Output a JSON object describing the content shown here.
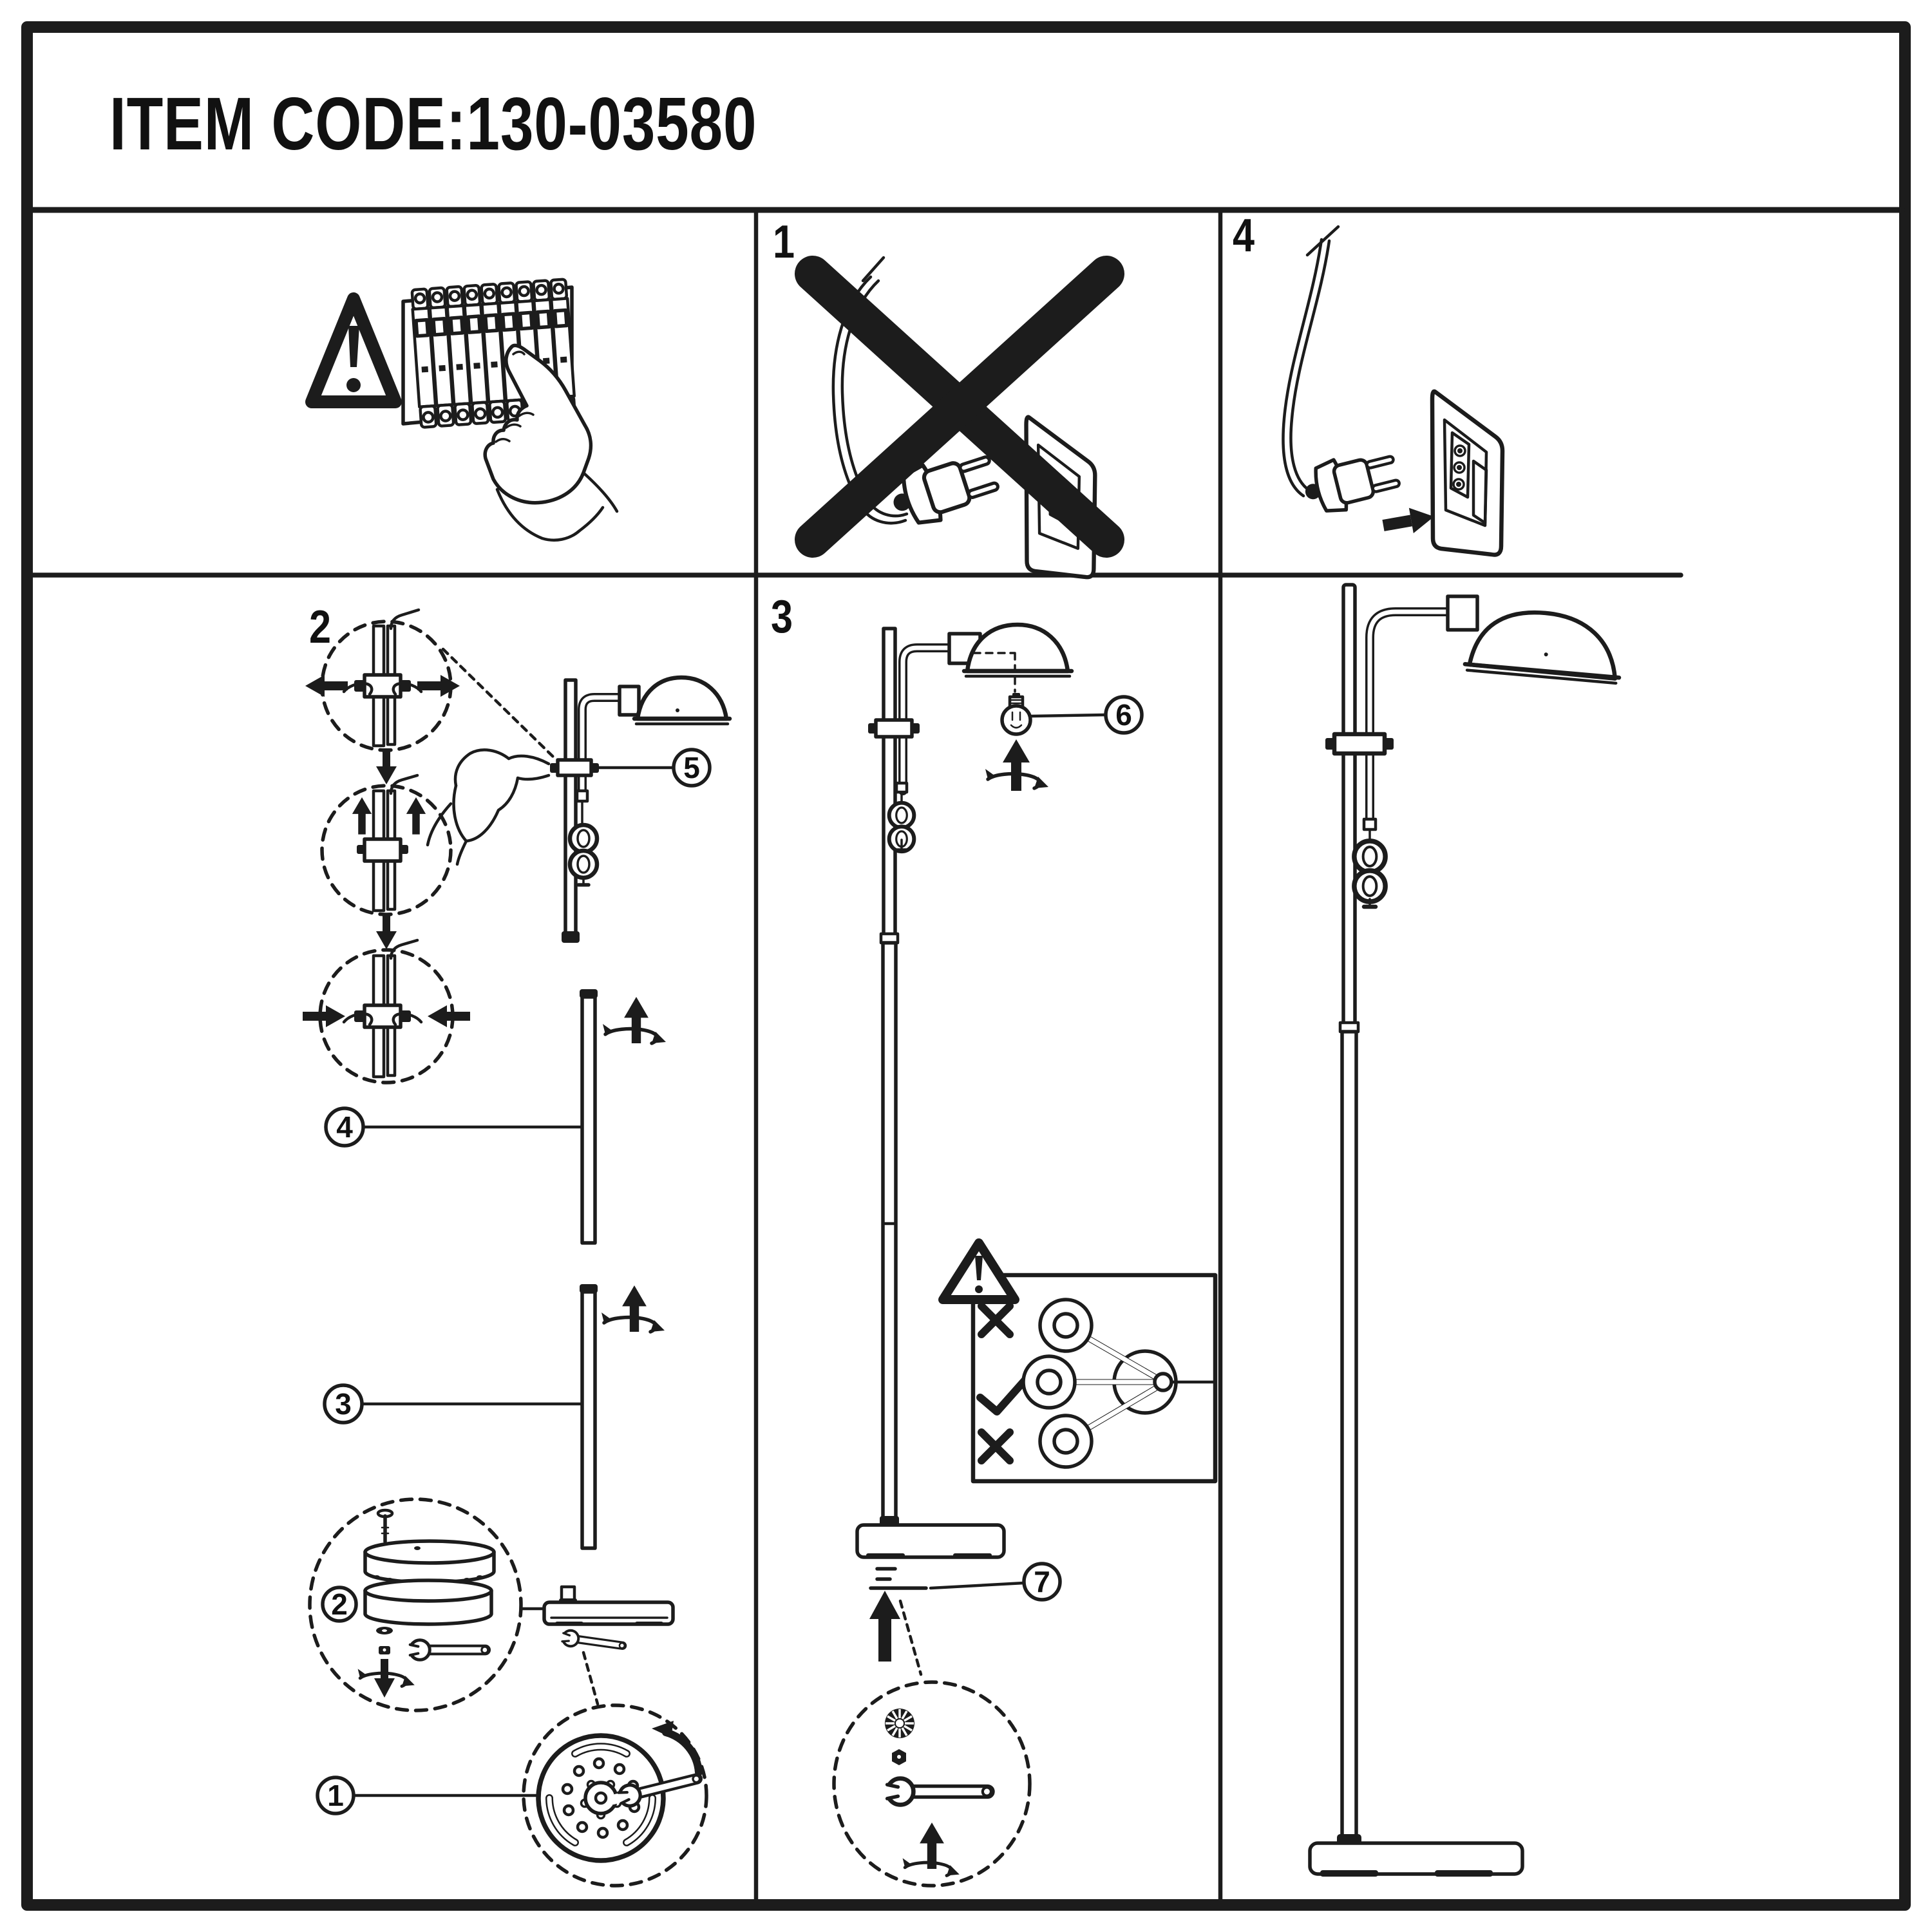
{
  "header": {
    "item_code": "ITEM CODE:130-03580"
  },
  "steps": {
    "one": "1",
    "two": "2",
    "three": "3",
    "four": "4"
  },
  "parts": {
    "base_underside": "1",
    "base": "2",
    "lower_pole": "3",
    "upper_pole": "4",
    "pole_clamp": "5",
    "bulb": "6",
    "base_hardware": "7"
  },
  "marks": {
    "wrong": "✗",
    "correct": "✓"
  },
  "colors": {
    "ink": "#1c1c1c",
    "paper": "#ffffff"
  }
}
